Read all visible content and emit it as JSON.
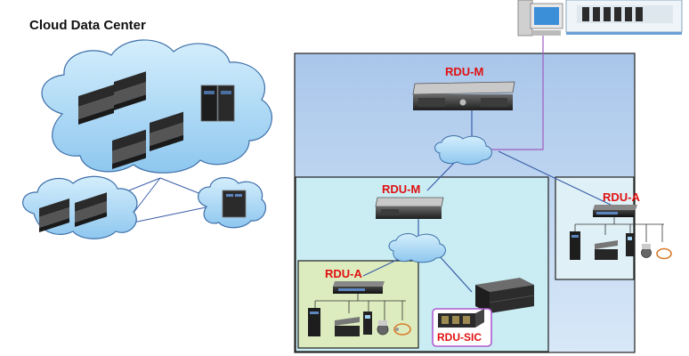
{
  "title": "Cloud Data Center",
  "labels": {
    "rdu_m_top": "RDU-M",
    "rdu_m_mid": "RDU-M",
    "rdu_a_right": "RDU-A",
    "rdu_a_left": "RDU-A",
    "rdu_sic": "RDU-SIC"
  },
  "colors": {
    "outer_zone": "#b9d3ee",
    "mid_zone": "#c8ecf2",
    "left_zone": "#dcecbe",
    "right_zone": "#dff0f6",
    "cloud": "#a9d8f5",
    "link": "#3b5ea8",
    "monitor_link": "#a05cc0",
    "label_red": "#e01010",
    "sic_border": "#b05ad0"
  },
  "icons": [
    "cloud-icon",
    "server-rack-icon",
    "1u-server-icon",
    "network-switch-icon",
    "ups-icon",
    "sensor-icon",
    "fiber-cable-icon",
    "monitor-pc-icon",
    "control-panel-icon"
  ]
}
